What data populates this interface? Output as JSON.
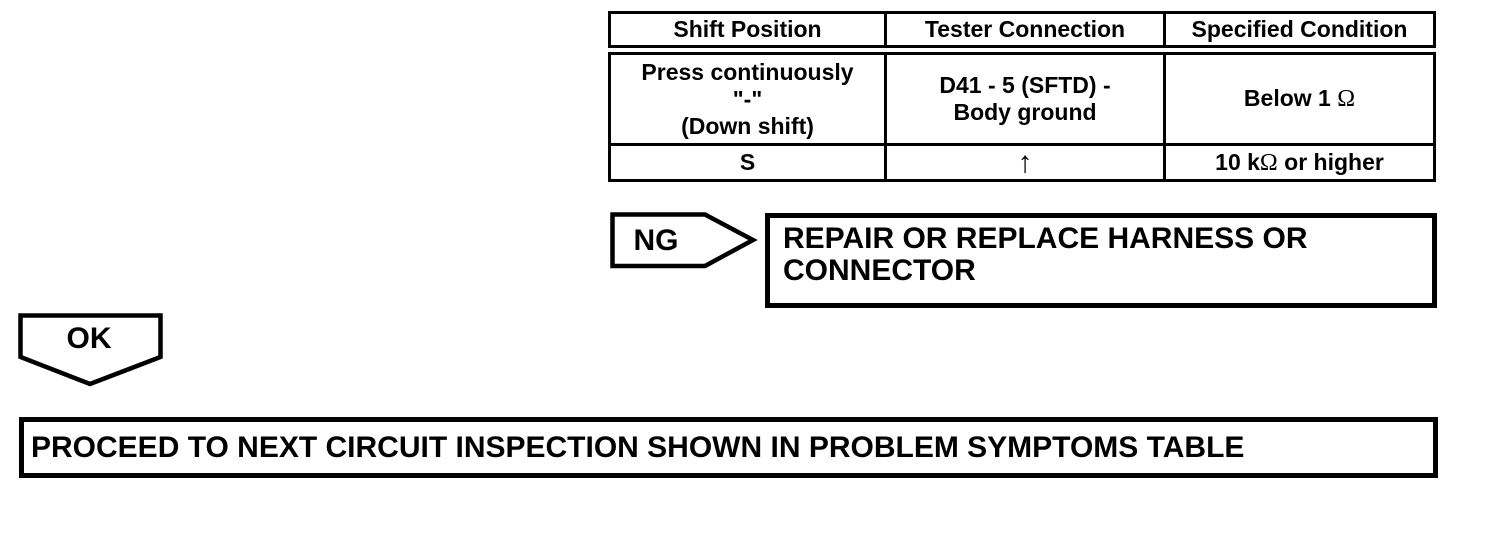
{
  "page": {
    "background_color": "#ffffff",
    "ink_color": "#000000"
  },
  "table": {
    "headers": [
      "Shift Position",
      "Tester Connection",
      "Specified Condition"
    ],
    "rows": [
      {
        "shift_position": [
          "Press continuously",
          "\"-\"",
          "(Down shift)"
        ],
        "tester_connection": [
          "D41 - 5 (SFTD) -",
          "Body ground"
        ],
        "specified_condition": {
          "pre": "Below 1 ",
          "omega": "Ω",
          "post": ""
        }
      },
      {
        "shift_position": [
          "S"
        ],
        "tester_connection": [
          "↑"
        ],
        "specified_condition": {
          "pre": "10 k",
          "omega": "Ω",
          "post": " or higher"
        }
      }
    ]
  },
  "flow": {
    "ng_label": "NG",
    "ng_action": "REPAIR OR REPLACE HARNESS OR CONNECTOR",
    "ok_label": "OK",
    "ok_action": "PROCEED TO NEXT CIRCUIT INSPECTION SHOWN IN PROBLEM SYMPTOMS TABLE"
  }
}
